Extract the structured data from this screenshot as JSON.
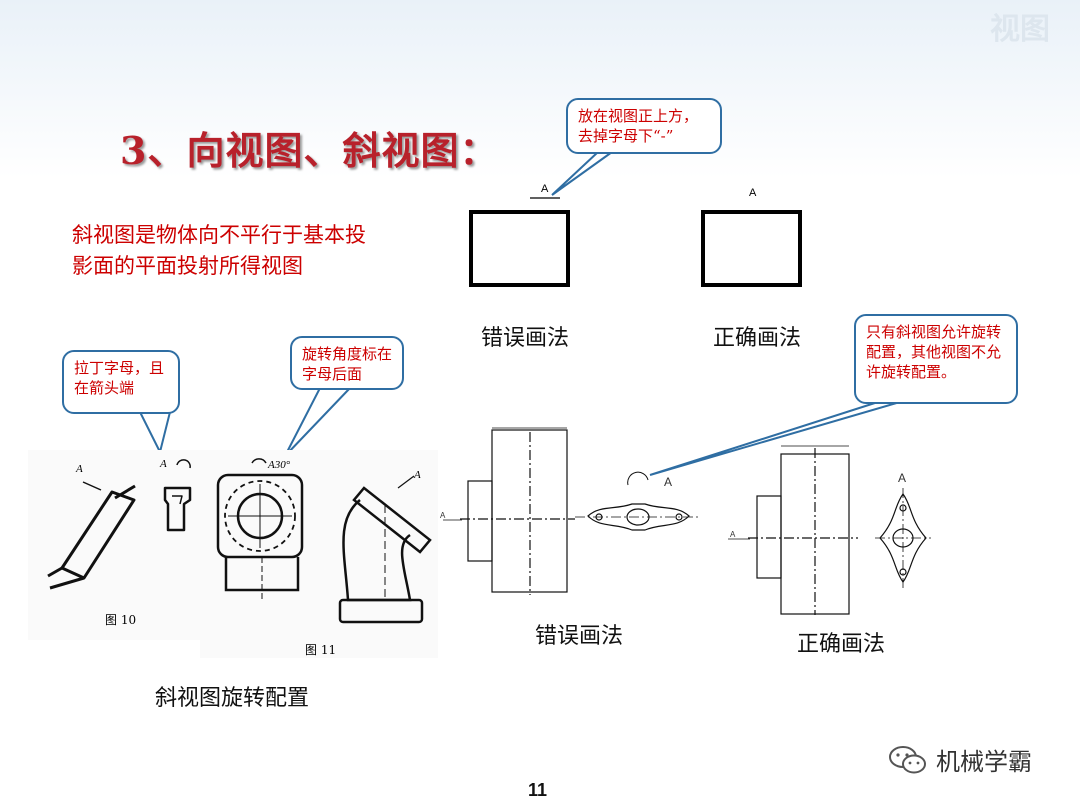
{
  "corner_title": "视图",
  "title": "3、向视图、斜视图：",
  "description": "斜视图是物体向不平行于基本投影面的平面投射所得视图",
  "callouts": {
    "top": "放在视图正上方，去掉字母下“-”",
    "letter": "拉丁字母，且在箭头端",
    "rotation": "旋转角度标在字母后面",
    "right": "只有斜视图允许旋转配置，其他视图不允许旋转配置。"
  },
  "captions": {
    "wrong_top": "错误画法",
    "right_top": "正确画法",
    "wrong_bottom": "错误画法",
    "right_bottom": "正确画法",
    "rotated": "斜视图旋转配置"
  },
  "view_letters": {
    "wrong_top": "A",
    "right_top": "A",
    "fig_a1": "A",
    "fig_a2": "A",
    "fig_a30": "A30°",
    "fig_a3": "A",
    "bottom_left_arrow": "A",
    "bottom_mid": "A",
    "bottom_right_arrow": "A",
    "bottom_right_view": "A"
  },
  "figure_labels": {
    "fig10": "图 10",
    "fig11": "图 11"
  },
  "page_number": "11",
  "watermark": "机械学霸"
}
